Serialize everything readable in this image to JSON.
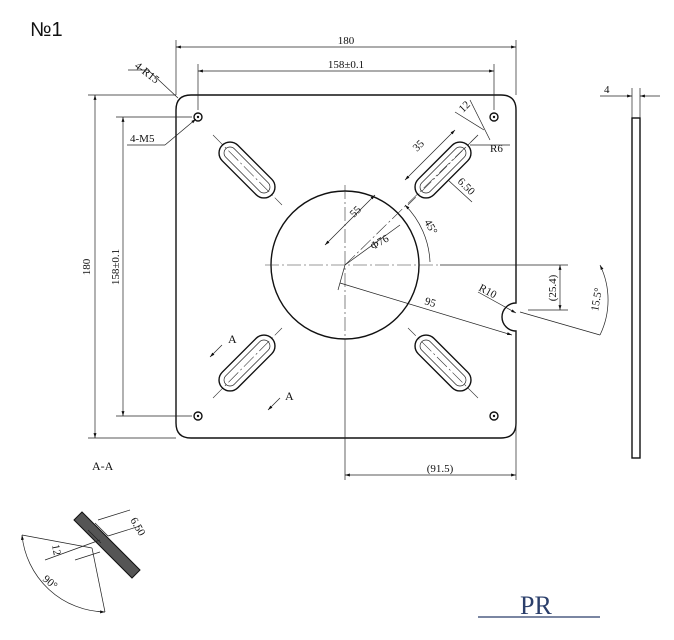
{
  "title": "№1",
  "section_label": "A-A",
  "section_marks": [
    "A",
    "A"
  ],
  "logo_text": "PR",
  "dimensions": {
    "overall_width": "180",
    "hole_spacing_w": "158±0.1",
    "overall_height": "180",
    "hole_spacing_h": "158±0.1",
    "corner_radius": "4-R15",
    "tapped_holes": "4-M5",
    "slot_width": "12",
    "slot_length": "35",
    "slot_radius": "R6",
    "slot_depth": "6.50",
    "slot_offset": "55",
    "center_diameter": "Φ76",
    "slot_angle": "45°",
    "notch_radius": "R10",
    "notch_distance": "95",
    "notch_offset": "(25.4)",
    "notch_angle": "15.5°",
    "notch_horizontal": "(91.5)",
    "thickness": "4"
  },
  "section_detail": {
    "depth": "6.50",
    "width": "12",
    "angle": "90°"
  }
}
